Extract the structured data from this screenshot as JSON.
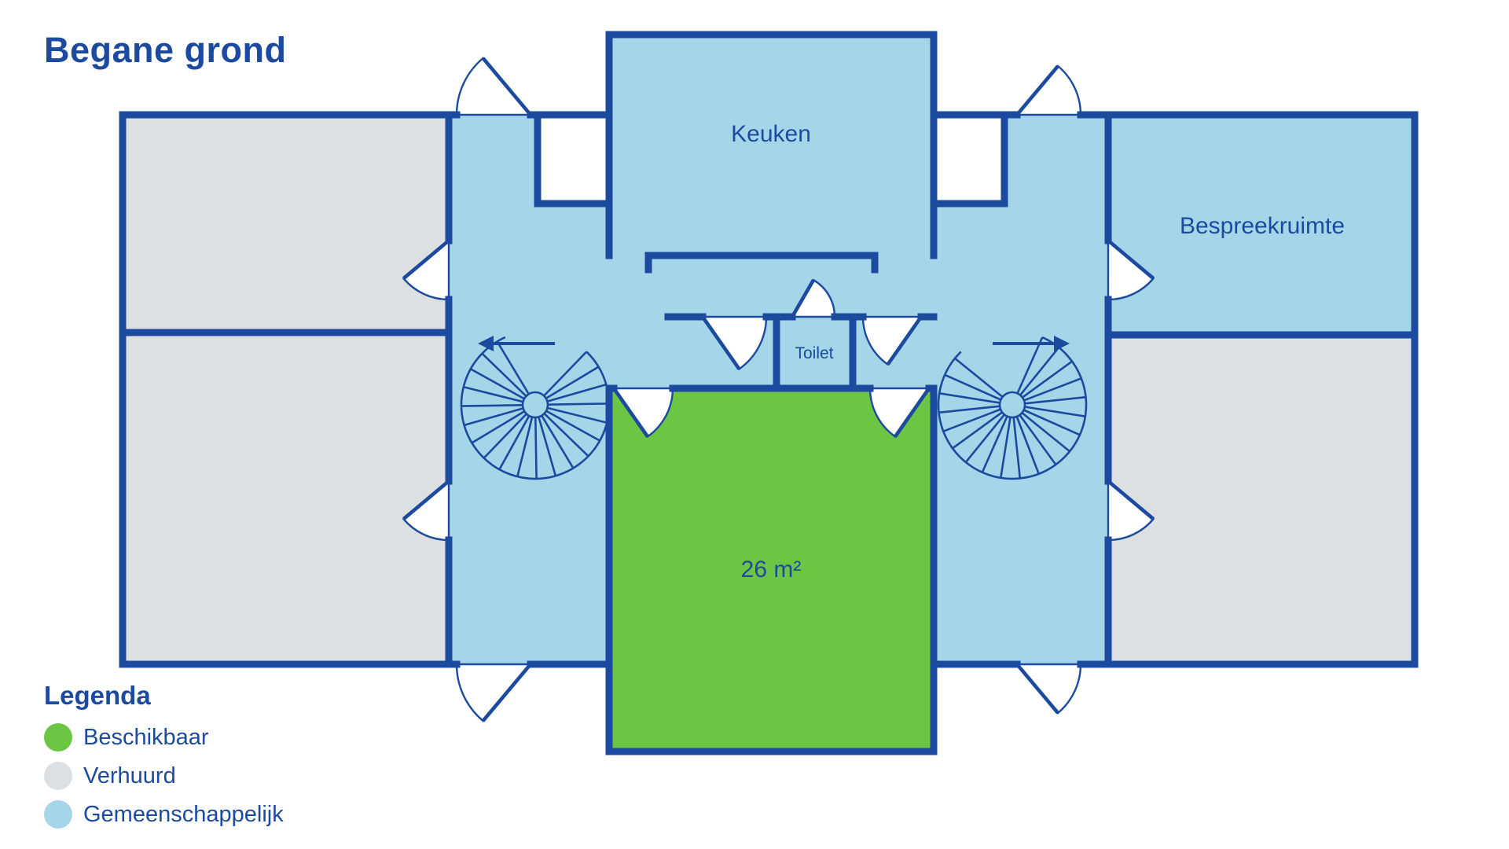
{
  "title": "Begane grond",
  "plan": {
    "rooms": {
      "keuken": {
        "label": "Keuken"
      },
      "bespreekruimte": {
        "label": "Bespreekruimte"
      },
      "toilet": {
        "label": "Toilet"
      },
      "available": {
        "label": "26 m²"
      }
    }
  },
  "legend": {
    "title": "Legenda",
    "items": [
      {
        "label": "Beschikbaar",
        "color": "#6cc644"
      },
      {
        "label": "Verhuurd",
        "color": "#dde0e3"
      },
      {
        "label": "Gemeenschappelijk",
        "color": "#a5d5e9"
      }
    ]
  },
  "colors": {
    "wall": "#1b4a9e",
    "text": "#1b4a9e",
    "available": "#6cc644",
    "rented": "#dde0e3",
    "common": "#a5d5e9",
    "background": "#ffffff"
  }
}
